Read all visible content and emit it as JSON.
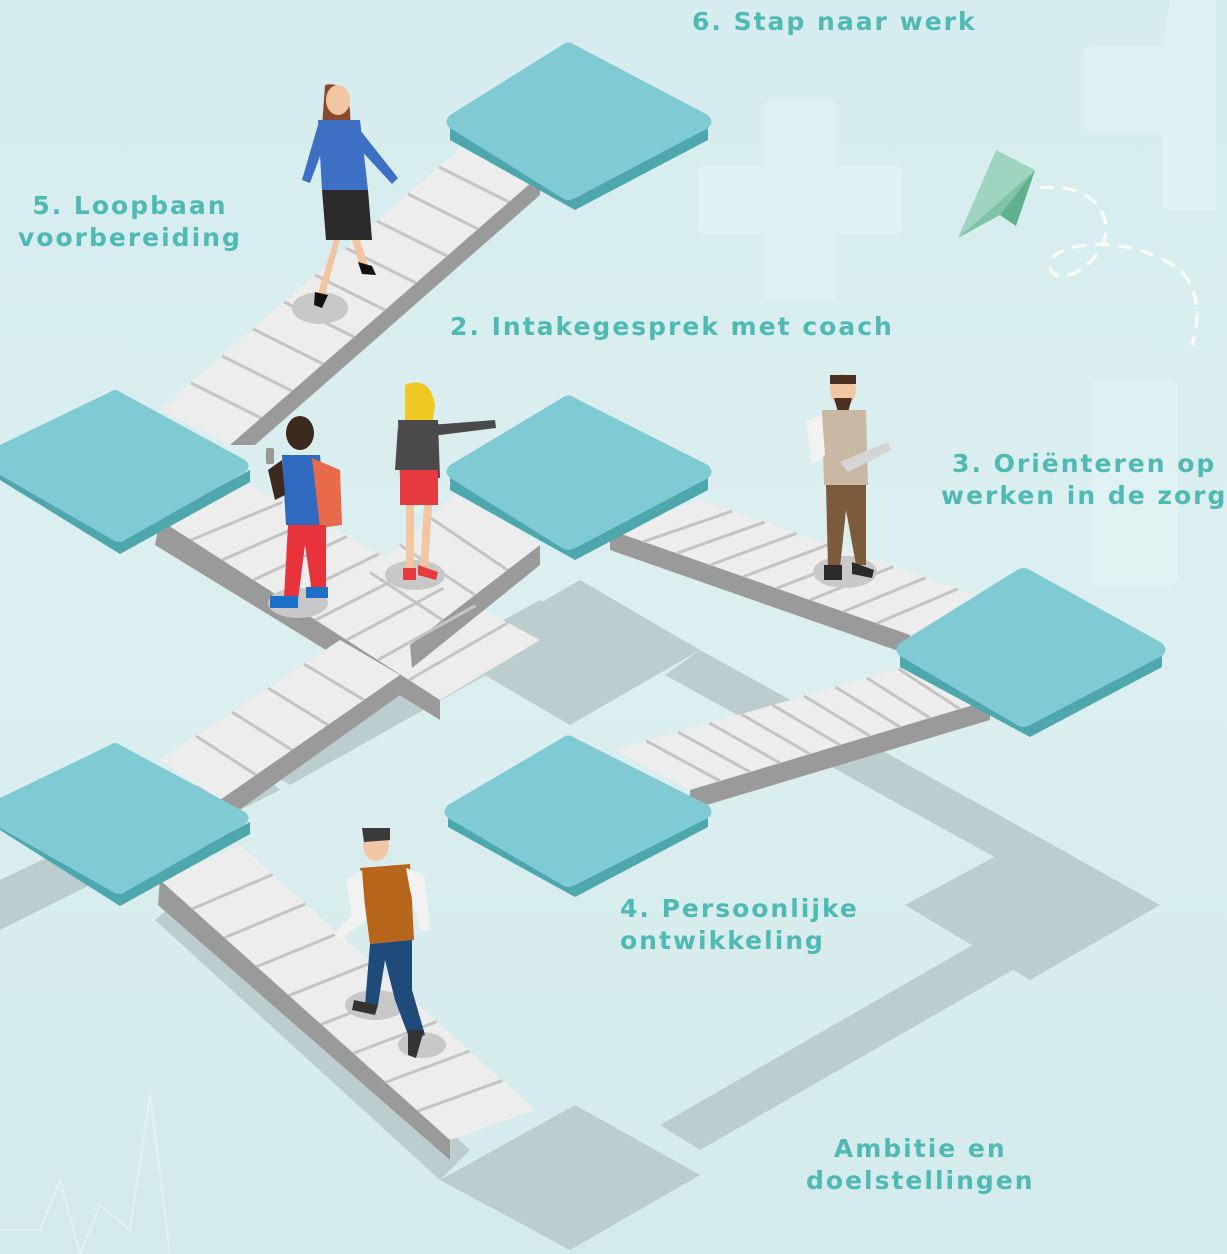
{
  "steps": {
    "step6": {
      "line1": "6. Stap naar werk"
    },
    "step5": {
      "line1": "5. Loopbaan",
      "line2": "voorbereiding"
    },
    "step2": {
      "line1": "2. Intakegesprek met coach"
    },
    "step3": {
      "line1": "3. Oriënteren op",
      "line2": "werken in de zorg"
    },
    "step4": {
      "line1": "4. Persoonlijke",
      "line2": "ontwikkeling"
    },
    "step1": {
      "line1": "Ambitie en",
      "line2": "doelstellingen"
    }
  },
  "colors": {
    "background": "#d7edef",
    "platform_top": "#80cad3",
    "platform_side": "#4da7ad",
    "stair_tread": "#f2f2f2",
    "stair_riser": "#bcbcbc",
    "shadow": "#bccdcf",
    "label": "#4fb9b4"
  }
}
